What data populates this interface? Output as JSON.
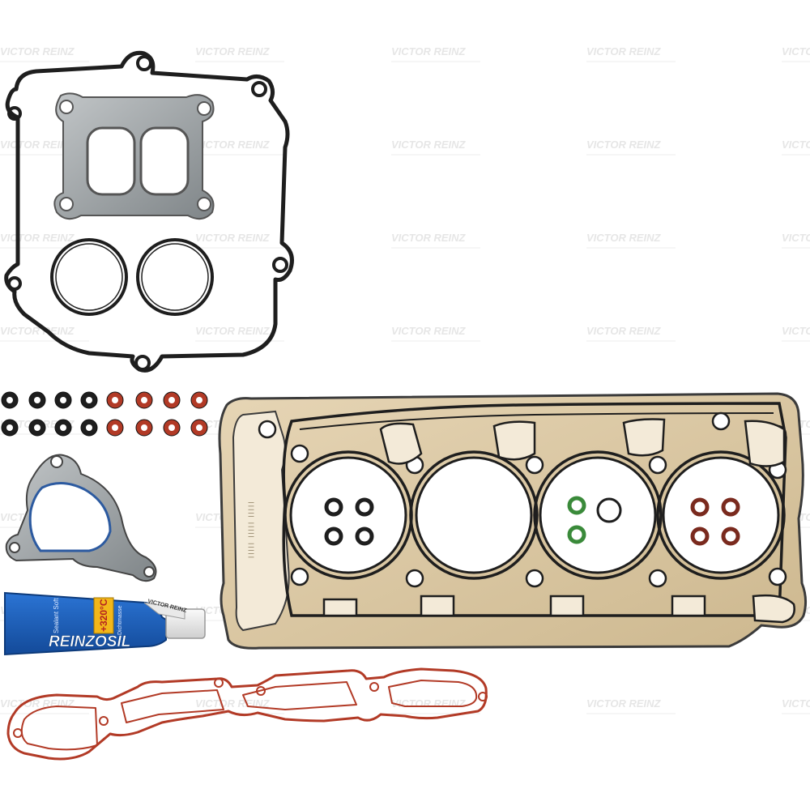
{
  "watermark": {
    "brand": "VICTOR REINZ"
  },
  "tube": {
    "brand_label": "REINZOSIL",
    "temperature_label": "+320°C",
    "cap_label": "VICTOR REINZ",
    "side_text_a": "Sealant Soft",
    "side_text_b": "Dichtmasse"
  },
  "colors": {
    "gasket_steel": "#d9c6a3",
    "gasket_edge": "#3b3b3b",
    "rubber_black": "#1e1e1e",
    "rubber_red": "#b23a26",
    "gasket_gray": "#9aa0a3",
    "tube_blue": "#1a5fbf",
    "tube_label_yellow": "#f2b71a"
  }
}
